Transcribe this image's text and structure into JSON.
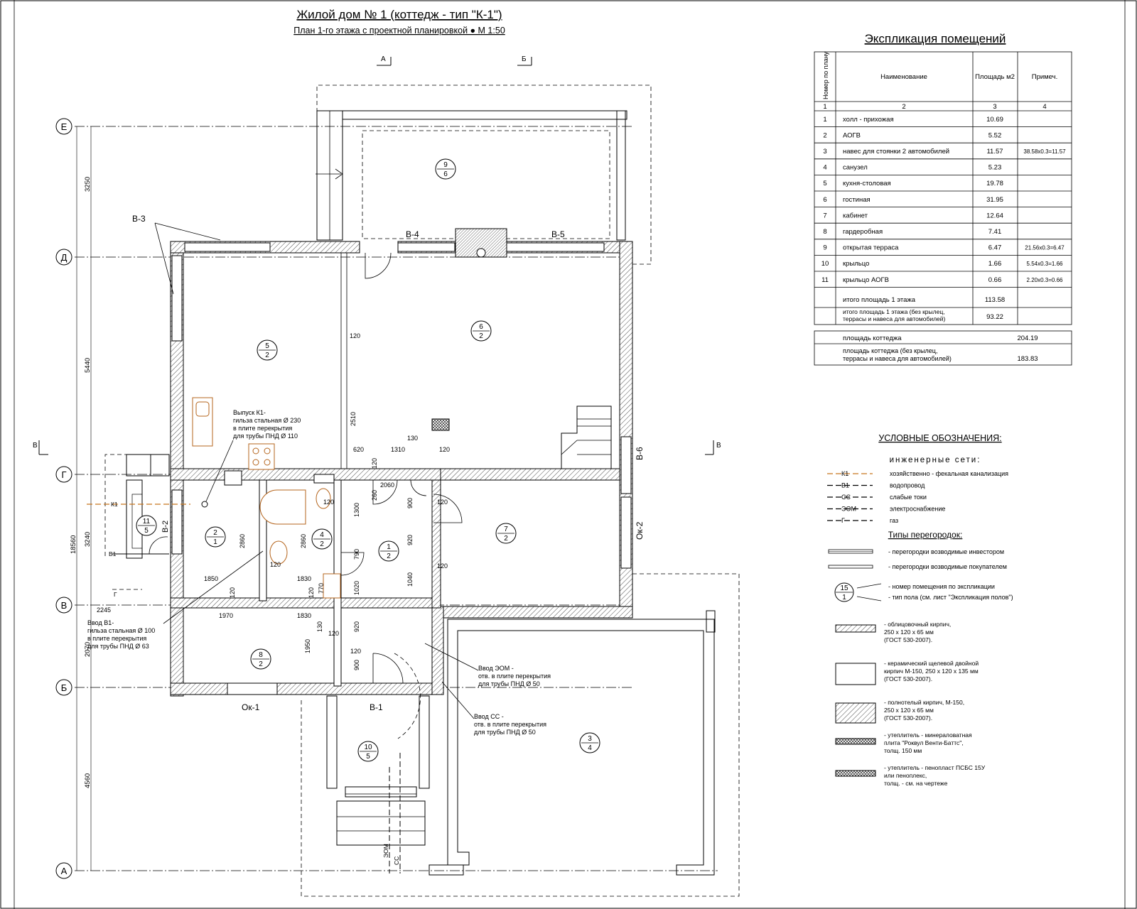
{
  "header": {
    "title": "Жилой дом № 1 (коттедж - тип \"К-1\")",
    "subtitle": "План 1-го этажа с проектной планировкой  ●  М 1:50"
  },
  "sections": {
    "a": "А",
    "b": "Б",
    "v": "В"
  },
  "grid_axes": [
    "Е",
    "Д",
    "Г",
    "В",
    "Б",
    "А"
  ],
  "vertical_dims": [
    "3250",
    "5440",
    "3240",
    "2070",
    "4560",
    "18560"
  ],
  "plan_labels": {
    "w_v3": "В-3",
    "w_v4": "В-4",
    "w_v5": "В-5",
    "w_v6": "В-6",
    "w_b2": "В-2",
    "w_b1": "В-1",
    "ok1": "Ок-1",
    "ok2": "Ок-2",
    "k1_line": "К1",
    "b1_line": "В1",
    "g_line": "Г",
    "eom_line": "ЭОМ",
    "ss_line": "СС"
  },
  "rooms": [
    {
      "num": "9",
      "floor": "6"
    },
    {
      "num": "5",
      "floor": "2"
    },
    {
      "num": "6",
      "floor": "2"
    },
    {
      "num": "7",
      "floor": "2"
    },
    {
      "num": "2",
      "floor": "1"
    },
    {
      "num": "4",
      "floor": "2"
    },
    {
      "num": "1",
      "floor": "2"
    },
    {
      "num": "11",
      "floor": "5"
    },
    {
      "num": "8",
      "floor": "2"
    },
    {
      "num": "10",
      "floor": "5"
    },
    {
      "num": "3",
      "floor": "4"
    }
  ],
  "dims": {
    "d120": "120",
    "d2510": "2510",
    "d620": "620",
    "d1310": "1310",
    "d130": "130",
    "d260": "260",
    "d2060": "2060",
    "d900": "900",
    "d1300": "1300",
    "d920": "920",
    "d2860": "2860",
    "d790": "790",
    "d1040": "1040",
    "d1020": "1020",
    "d1850": "1850",
    "d1830": "1830",
    "d2245": "2245",
    "d1970": "1970",
    "d1950": "1950",
    "d770": "770"
  },
  "notes": {
    "k1_l1": "Выпуск  К1-",
    "k1_l2": "гильза стальная Ø 230",
    "k1_l3": "в плите перекрытия",
    "k1_l4": "для трубы  ПНД Ø 110",
    "b1_l1": "Ввод  В1-",
    "b1_l2": "гильза стальная Ø 100",
    "b1_l3": "в плите перекрытия",
    "b1_l4": "для трубы ПНД Ø 63",
    "eom_l1": "Ввод  ЭОМ -",
    "eom_l2": "отв. в плите перекрытия",
    "eom_l3": "для трубы ПНД Ø 50",
    "ss_l1": "Ввод  СС -",
    "ss_l2": "отв. в плите перекрытия",
    "ss_l3": "для трубы ПНД Ø 50"
  },
  "explication": {
    "title": "Экспликация помещений",
    "col_num": "Номер по плану",
    "col_name": "Наименование",
    "col_area": "Площадь м2",
    "col_note": "Примеч.",
    "col_idx": [
      "1",
      "2",
      "3",
      "4"
    ],
    "rows": [
      [
        "1",
        "холл - прихожая",
        "10.69",
        ""
      ],
      [
        "2",
        "АОГВ",
        "5.52",
        ""
      ],
      [
        "3",
        "навес для стоянки 2 автомобилей",
        "11.57",
        "38.58х0.3=11.57"
      ],
      [
        "4",
        "санузел",
        "5.23",
        ""
      ],
      [
        "5",
        "кухня-столовая",
        "19.78",
        ""
      ],
      [
        "6",
        "гостиная",
        "31.95",
        ""
      ],
      [
        "7",
        "кабинет",
        "12.64",
        ""
      ],
      [
        "8",
        "гардеробная",
        "7.41",
        ""
      ],
      [
        "9",
        "открытая терраса",
        "6.47",
        "21.56х0.3=6.47"
      ],
      [
        "10",
        "крыльцо",
        "1.66",
        "5.54х0.3=1.66"
      ],
      [
        "11",
        "крыльцо АОГВ",
        "0.66",
        "2.20х0.3=0.66"
      ]
    ],
    "total1": "итого площадь 1 этажа",
    "total1_val": "113.58",
    "total2_l1": "итого площадь 1 этажа (без крылец,",
    "total2_l2": "террасы и навеса для автомобилей)",
    "total2_val": "93.22",
    "cottage1": "площадь коттеджа",
    "cottage1_val": "204.19",
    "cottage2_l1": "площадь коттеджа (без крылец,",
    "cottage2_l2": "террасы и навеса для автомобилей)",
    "cottage2_val": "183.83"
  },
  "legend": {
    "title": "УСЛОВНЫЕ ОБОЗНАЧЕНИЯ:",
    "networks_title": "инженерные   сети:",
    "networks": [
      {
        "code": "К1",
        "text": "хозяйственно - фекальная канализация",
        "color": "#c8761e"
      },
      {
        "code": "В1",
        "text": "водопровод",
        "color": "#000000"
      },
      {
        "code": "СС",
        "text": "слабые токи",
        "color": "#000000"
      },
      {
        "code": "ЭОМ",
        "text": "электроснабжение",
        "color": "#000000"
      },
      {
        "code": "Г",
        "text": "газ",
        "color": "#000000"
      }
    ],
    "partitions_title": "Типы перегородок:",
    "partitions": [
      "- перегородки возводимые инвестором",
      "- перегородки возводимые покупателем"
    ],
    "room_mark": {
      "num": "15",
      "floor": "1",
      "l1": "- номер помещения по экспликации",
      "l2": "- тип пола (см. лист \"Экспликация полов\")"
    },
    "materials": [
      [
        "- облицовочный кирпич,",
        "250 х 120 х 65 мм",
        "(ГОСТ 530-2007)."
      ],
      [
        "- керамический щелевой двойной",
        "кирпич М-150, 250 х 120 х 135 мм",
        "(ГОСТ 530-2007)."
      ],
      [
        "- полнотелый кирпич, М-150,",
        "250 х 120 х 65 мм",
        "(ГОСТ 530-2007)."
      ],
      [
        "- утеплитель - минераловатная",
        "плита \"Роквул Венти-Баттс\",",
        "толщ. 150 мм"
      ],
      [
        "- утеплитель - пенопласт ПСБС 15У",
        "или пеноплекс,",
        "толщ. - см. на чертеже"
      ]
    ]
  }
}
